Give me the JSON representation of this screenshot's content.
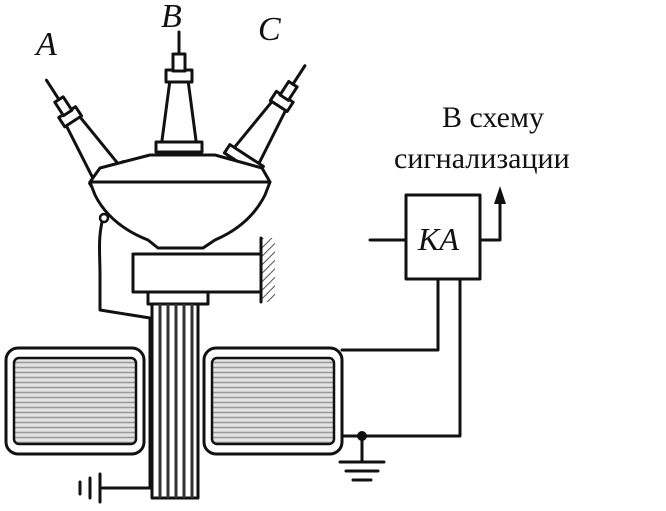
{
  "labels": {
    "phase_a": "A",
    "phase_b": "B",
    "phase_c": "C",
    "relay": "KA",
    "signal_line1": "В схему",
    "signal_line2": "сигнализации"
  },
  "colors": {
    "ink": "#111111",
    "coil_fill": "#d6d6d6",
    "hatch": "#777777",
    "background": "#ffffff"
  },
  "icons": {
    "ground_left": "ground-symbol",
    "ground_right": "ground-symbol",
    "arrow": "arrow-up"
  }
}
